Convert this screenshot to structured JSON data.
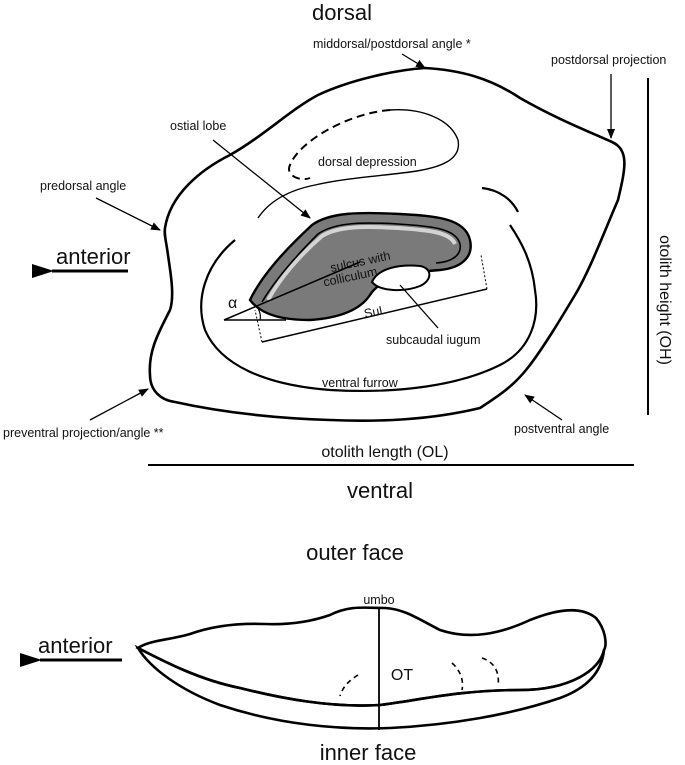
{
  "orientation": {
    "dorsal": "dorsal",
    "ventral": "ventral",
    "anterior_top": "anterior",
    "anterior_bottom": "anterior",
    "outer_face": "outer face",
    "inner_face": "inner face"
  },
  "labels": {
    "middorsal_angle": "middorsal/postdorsal angle *",
    "postdorsal_projection": "postdorsal projection",
    "ostial_lobe": "ostial lobe",
    "dorsal_depression": "dorsal depression",
    "predorsal_angle": "predorsal angle",
    "sulcus_line1": "sulcus with",
    "sulcus_line2": "colliculum",
    "alpha": "α",
    "sul": "SuL",
    "subcaudal_iugum": "subcaudal iugum",
    "ventral_furrow": "ventral furrow",
    "preventral_projection": "preventral projection/angle **",
    "postventral_angle": "postventral angle",
    "otolith_length": "otolith length (OL)",
    "otolith_height": "otolith height (OH)",
    "umbo": "umbo",
    "ot": "OT"
  },
  "colors": {
    "otolith_fill": "#d9d9d9",
    "sulcus_fill": "#7a7a7a",
    "ostial_rim": "#d4d4d4",
    "outline": "#000000",
    "iugum_fill": "#ffffff"
  }
}
